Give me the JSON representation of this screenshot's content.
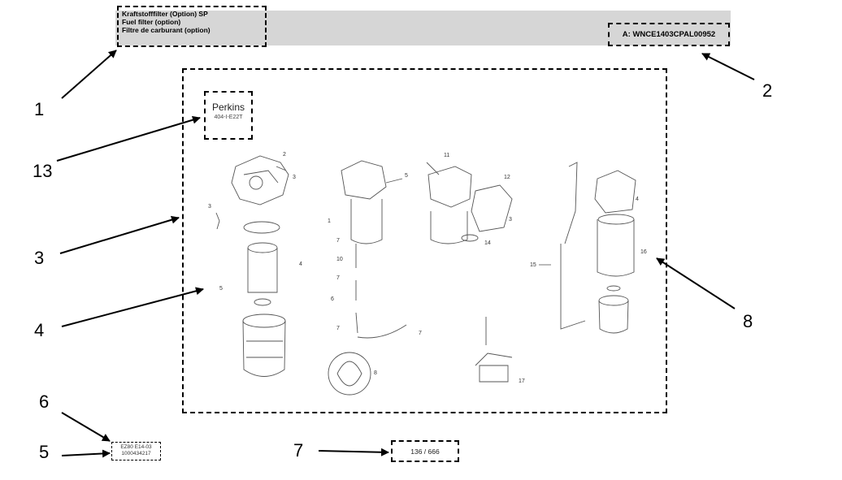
{
  "header": {
    "title_de": "Kraftstofffilter (Option) SP",
    "title_en": "Fuel filter (option)",
    "title_fr": "Filtre de carburant (option)",
    "reference_code": "A: WNCE1403CPAL00952"
  },
  "brand": {
    "name": "Perkins",
    "engine": "404-I-E22T"
  },
  "footer": {
    "doc_code": "EZ80 E14-03",
    "doc_number": "1000434217",
    "page": "136 / 666"
  },
  "callouts": [
    "1",
    "2",
    "3",
    "4",
    "5",
    "6",
    "7",
    "8",
    "13"
  ],
  "part_labels": [
    "2",
    "3",
    "3",
    "4",
    "5",
    "5",
    "1",
    "7",
    "10",
    "7",
    "6",
    "7",
    "7",
    "8",
    "11",
    "12",
    "3",
    "14",
    "15",
    "16",
    "4",
    "17"
  ]
}
